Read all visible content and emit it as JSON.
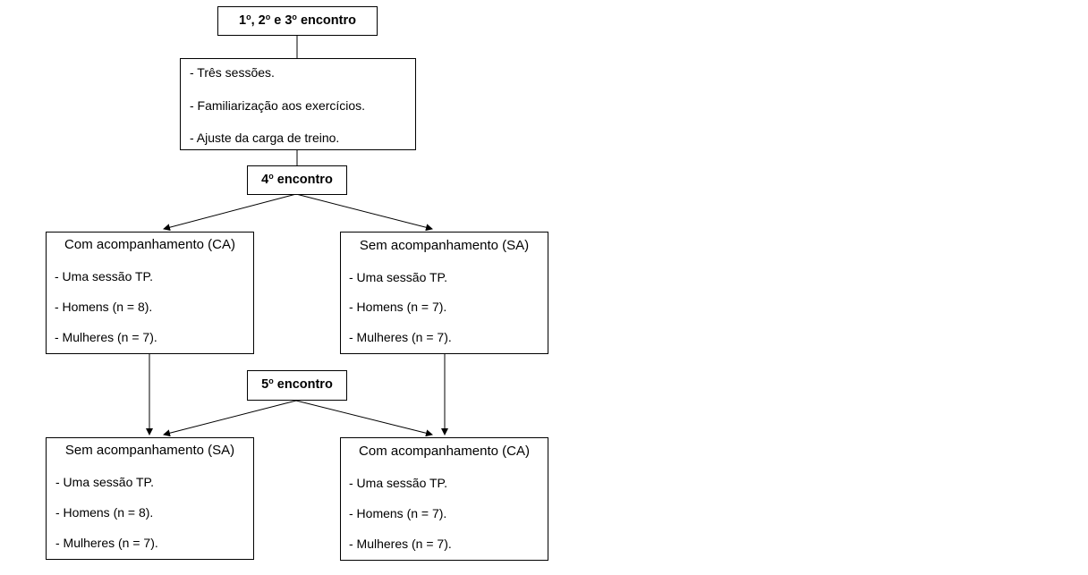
{
  "headers": {
    "meeting_123": {
      "n1": "1",
      "sep1": ", ",
      "n2": "2",
      "sep2": " e ",
      "n3": "3",
      "ord": "o",
      "rest": " encontro"
    },
    "meeting_4": {
      "n": "4",
      "ord": "o",
      "rest": " encontro"
    },
    "meeting_5": {
      "n": "5",
      "ord": "o",
      "rest": " encontro"
    }
  },
  "familiarization": {
    "items": [
      "- Três sessões.",
      "- Familiarização aos exercícios.",
      "- Ajuste da carga de treino."
    ]
  },
  "groups": [
    {
      "title": "Com acompanhamento (CA)",
      "items": [
        "- Uma sessão TP.",
        "- Homens (n = 8).",
        "- Mulheres (n = 7)."
      ]
    },
    {
      "title": "Sem acompanhamento (SA)",
      "items": [
        "- Uma sessão TP.",
        "- Homens (n = 7).",
        "- Mulheres (n = 7)."
      ]
    },
    {
      "title": "Sem acompanhamento (SA)",
      "items": [
        "- Uma sessão TP.",
        "- Homens (n = 8).",
        "- Mulheres (n = 7)."
      ]
    },
    {
      "title": "Com acompanhamento (CA)",
      "items": [
        "- Uma sessão TP.",
        "- Homens (n = 7).",
        "- Mulheres (n = 7)."
      ]
    }
  ]
}
